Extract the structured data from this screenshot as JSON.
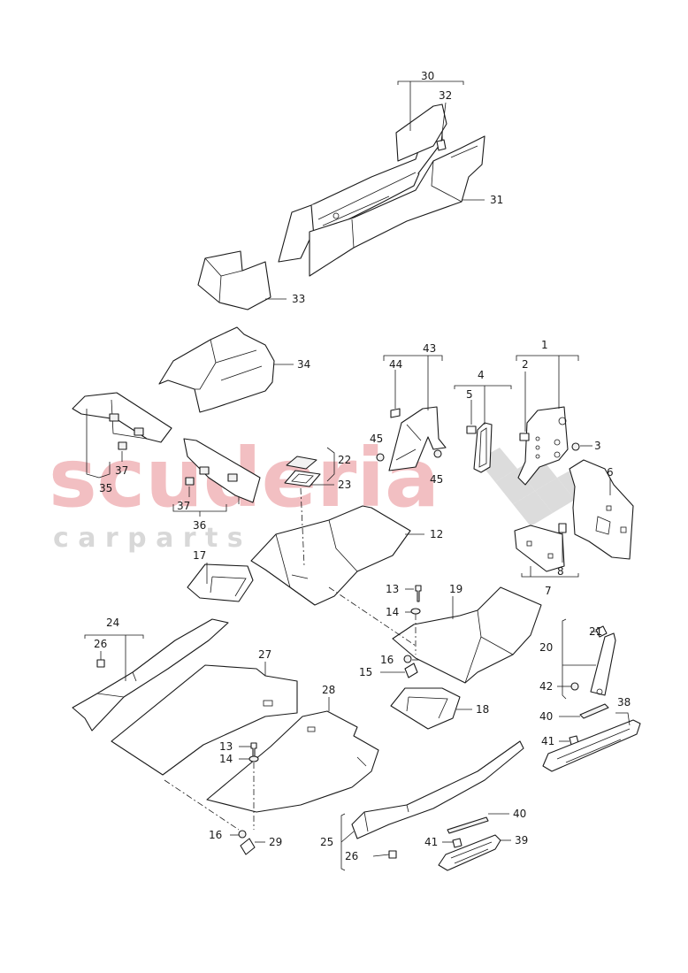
{
  "watermark": {
    "brand": "scuderia",
    "tagline": "c a r   p a r t s",
    "brand_color": "#f0b4b8",
    "tagline_color": "#d8d8d8"
  },
  "callouts": {
    "c1": "1",
    "c2": "2",
    "c3": "3",
    "c4": "4",
    "c5": "5",
    "c6": "6",
    "c7": "7",
    "c8": "8",
    "c12": "12",
    "c13a": "13",
    "c13b": "13",
    "c14a": "14",
    "c14b": "14",
    "c15": "15",
    "c16a": "16",
    "c16b": "16",
    "c17": "17",
    "c18": "18",
    "c19": "19",
    "c20": "20",
    "c21": "21",
    "c22": "22",
    "c23": "23",
    "c24": "24",
    "c25": "25",
    "c26a": "26",
    "c26b": "26",
    "c27": "27",
    "c28": "28",
    "c29": "29",
    "c30": "30",
    "c31": "31",
    "c32": "32",
    "c33": "33",
    "c34": "34",
    "c35": "35",
    "c36": "36",
    "c37a": "37",
    "c37b": "37",
    "c38": "38",
    "c39": "39",
    "c40a": "40",
    "c40b": "40",
    "c41a": "41",
    "c41b": "41",
    "c42": "42",
    "c43": "43",
    "c44": "44",
    "c45a": "45",
    "c45b": "45"
  }
}
